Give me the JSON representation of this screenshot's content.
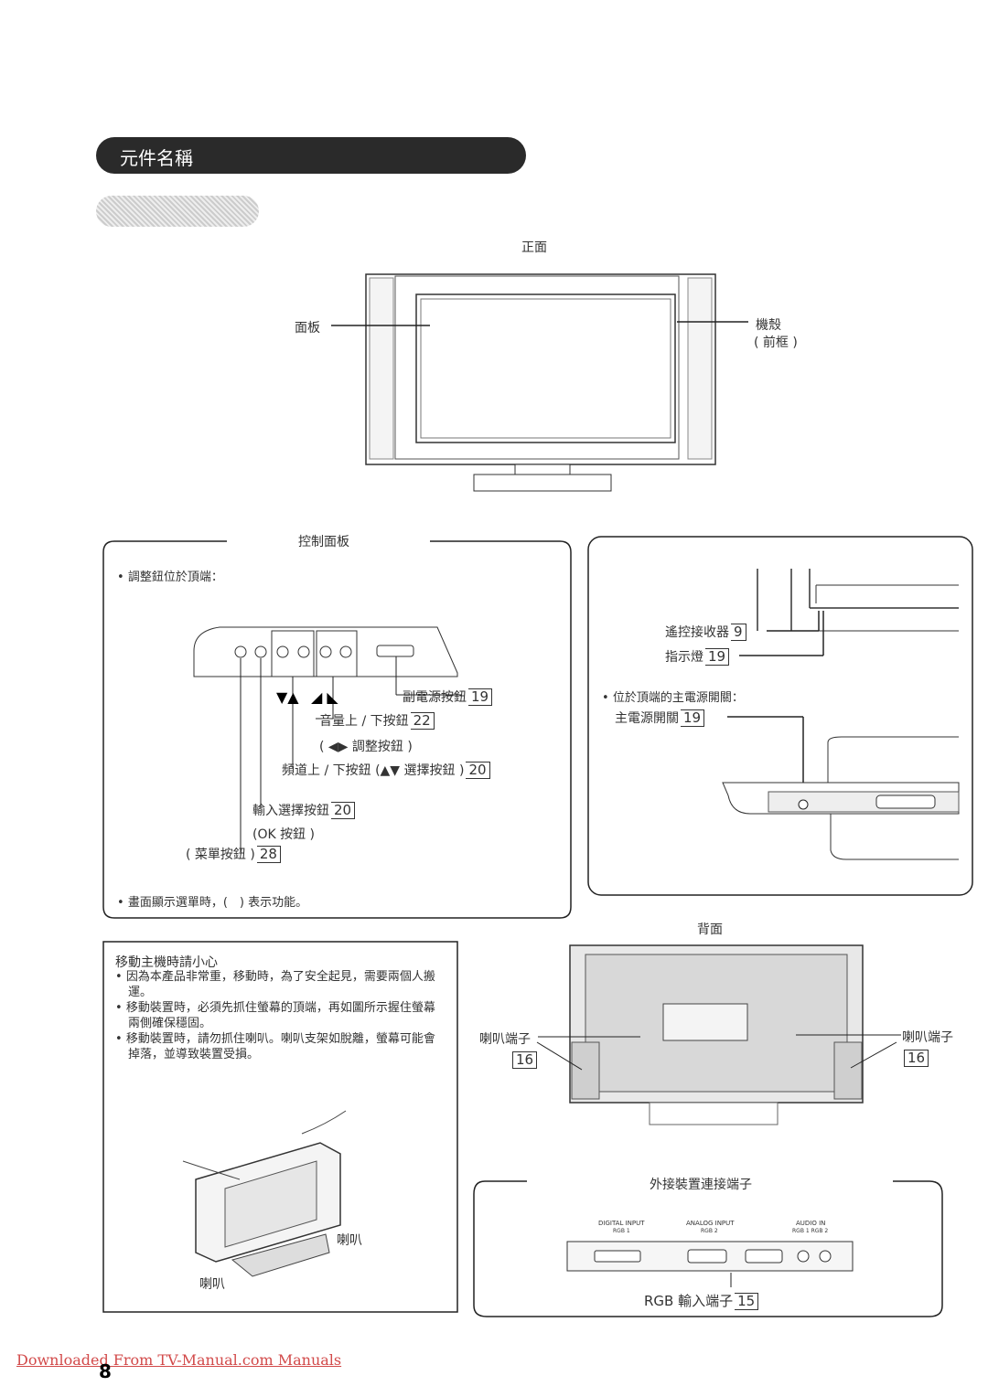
{
  "header": {
    "title": "元件名稱"
  },
  "front": {
    "title": "正面",
    "panel": "面板",
    "cabinet": "機殼",
    "bezel": "( 前框 )"
  },
  "control_panel": {
    "title": "控制面板",
    "note_top": "調整鈕位於頂端：",
    "sub_power": "副電源按鈕",
    "sub_power_page": "19",
    "volume": "音量上 / 下按鈕",
    "volume_page": "22",
    "adjust": "( ◀▶ 調整按鈕 )",
    "channel": "頻道上 / 下按鈕 (▲▼ 選擇按鈕 )",
    "channel_page": "20",
    "input": "輸入選擇按鈕",
    "input_page": "20",
    "ok": "(OK 按鈕 )",
    "menu": "( 菜單按鈕 )",
    "menu_page": "28",
    "note_bottom": "畫面顯示選單時，(　) 表示功能。"
  },
  "top_panel": {
    "remote_sensor": "遙控接收器",
    "remote_sensor_page": "9",
    "indicator": "指示燈",
    "indicator_page": "19",
    "note": "位於頂端的主電源開關：",
    "main_power": "主電源開關",
    "main_power_page": "19"
  },
  "caution": {
    "title": "移動主機時請小心",
    "items": [
      "因為本產品非常重，移動時，為了安全起見，需要兩個人搬運。",
      "移動裝置時，必須先抓住螢幕的頂端，再如圖所示握住螢幕兩側確保穩固。",
      "移動裝置時，請勿抓住喇叭。喇叭支架如脫離，螢幕可能會掉落，並導致裝置受損。"
    ],
    "speaker_label_1": "喇叭",
    "speaker_label_2": "喇叭"
  },
  "rear": {
    "title": "背面",
    "speaker_terminal_left": "喇叭端子",
    "speaker_terminal_left_page": "16",
    "speaker_terminal_right": "喇叭端子",
    "speaker_terminal_right_page": "16"
  },
  "connectors": {
    "title": "外接裝置連接端子",
    "digital": "DIGITAL INPUT",
    "digital_sub": "RGB 1",
    "analog": "ANALOG INPUT",
    "analog_sub": "RGB 2",
    "audio": "AUDIO IN",
    "audio_sub": "RGB 1  RGB 2",
    "rgb_label": "RGB 輸入端子",
    "rgb_page": "15"
  },
  "footer": {
    "link": "Downloaded From TV-Manual.com Manuals",
    "page": "8"
  },
  "colors": {
    "banner": "#2a2a2a",
    "link": "#d24a4a"
  }
}
